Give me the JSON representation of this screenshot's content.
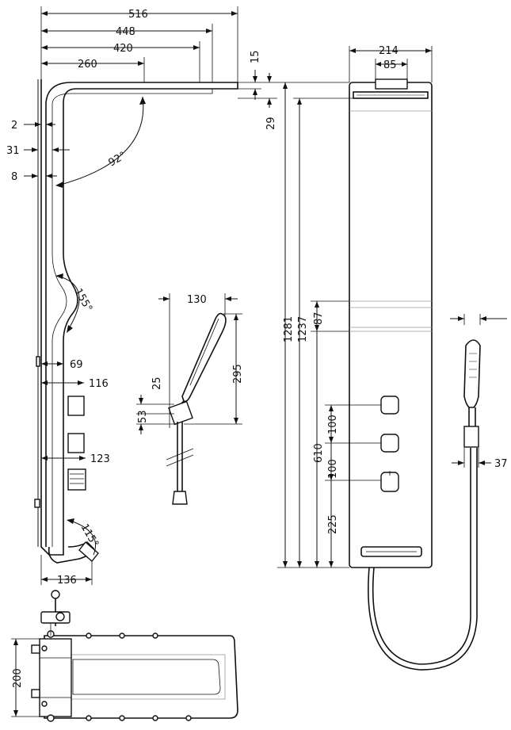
{
  "dimensions": {
    "side_view": {
      "overall_depth": "516",
      "depth_448": "448",
      "depth_420": "420",
      "depth_260": "260",
      "head_thickness": "15",
      "head_offset": "29",
      "offset_2": "2",
      "offset_31": "31",
      "offset_8": "8",
      "angle_top": "92°",
      "angle_bend": "155°",
      "depth_69": "69",
      "depth_116": "116",
      "depth_123": "123",
      "angle_bottom": "115°",
      "base_depth": "136"
    },
    "hand_shower": {
      "width": "130",
      "length": "295",
      "holder_25": "25",
      "holder_53": "53"
    },
    "front_view": {
      "overall_width": "214",
      "head_width": "85",
      "overall_height": "1281",
      "height_1237": "1237",
      "shelf_87": "87",
      "control_spacing_upper": "100",
      "control_spacing_lower": "100",
      "control_span": "610",
      "bottom_offset": "225",
      "hand_shower_rail": "37"
    },
    "plan_view": {
      "panel_depth": "200"
    }
  },
  "colors": {
    "line": "#111111",
    "background": "#ffffff"
  }
}
